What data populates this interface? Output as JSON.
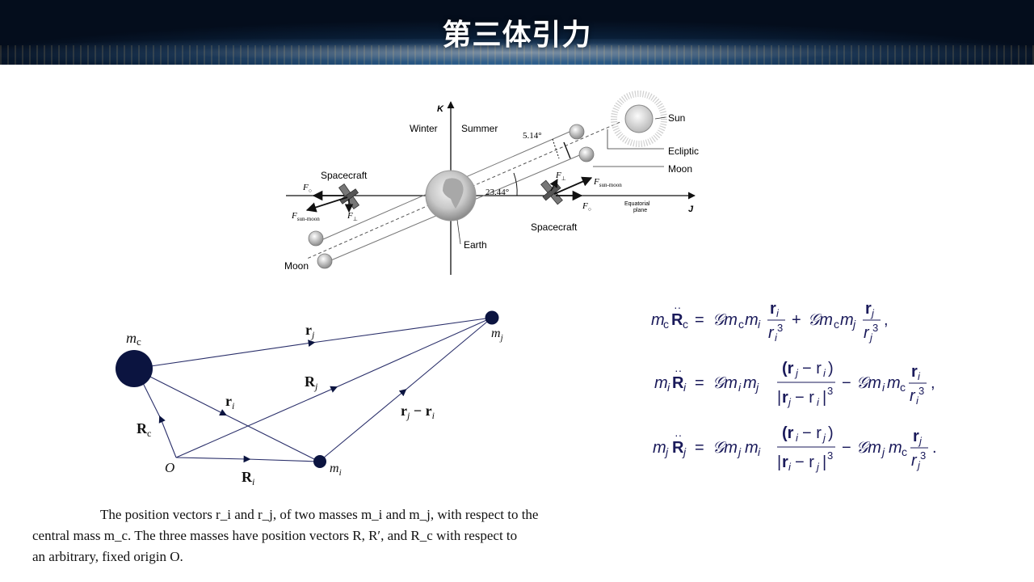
{
  "slide": {
    "title": "第三体引力"
  },
  "diagram_top": {
    "labels": {
      "k_axis": "K",
      "j_axis": "J",
      "winter": "Winter",
      "summer": "Summer",
      "angle_514": "5.14°",
      "angle_2344": "23.44°",
      "sun": "Sun",
      "ecliptic": "Ecliptic",
      "moon_right": "Moon",
      "moon_left": "Moon",
      "spacecraft_left": "Spacecraft",
      "spacecraft_right": "Spacecraft",
      "earth": "Earth",
      "equatorial_plane_1": "Equatorial",
      "equatorial_plane_2": "plane",
      "f_odot_left": "F",
      "f_sunmoon_left": "F",
      "f_sunmoon_sub": "sun-moon",
      "f_perp_left": "F",
      "f_perp_right": "F",
      "f_sunmoon_right": "F",
      "f_odot_right": "F",
      "perp_sub": "⊥",
      "odot_sub": "○"
    }
  },
  "diagram_bottom": {
    "labels": {
      "mc": "m",
      "mc_sub": "c",
      "mj": "m",
      "mj_sub": "j",
      "mi": "m",
      "mi_sub": "i",
      "rj": "r",
      "rj_sub": "j",
      "Rj": "R",
      "Rj_sub": "j",
      "ri": "r",
      "ri_sub": "i",
      "Rc": "R",
      "Rc_sub": "c",
      "Ri": "R",
      "Ri_sub": "i",
      "origin": "O",
      "rj_minus_ri": "r",
      "rj_minus_ri_sub1": "j",
      "rj_minus_ri_mid": " − r",
      "rj_minus_ri_sub2": "i"
    }
  },
  "equations": [
    "m_c R̈_c = G m_c m_i r_i / r_i³ + G m_c m_j r_j / r_j³,",
    "m_i R̈_i = G m_i m_j (r_j − r_i) / |r_j − r_i|³ − G m_i m_c r_i / r_i³,",
    "m_j R̈_j = G m_j m_i (r_i − r_j) / |r_i − r_j|³ − G m_j m_c r_j / r_j³."
  ],
  "caption": {
    "line1": "The position vectors r_i and r_j, of two masses m_i and m_j, with respect to the",
    "line2": "central mass m_c. The three masses have position vectors R, R′, and R_c with respect to",
    "line3": "an arbitrary, fixed origin O."
  },
  "colors": {
    "banner_dark": "#040d1c",
    "banner_blue": "#1d4a75",
    "navy": "#0b1440",
    "text": "#111111"
  }
}
